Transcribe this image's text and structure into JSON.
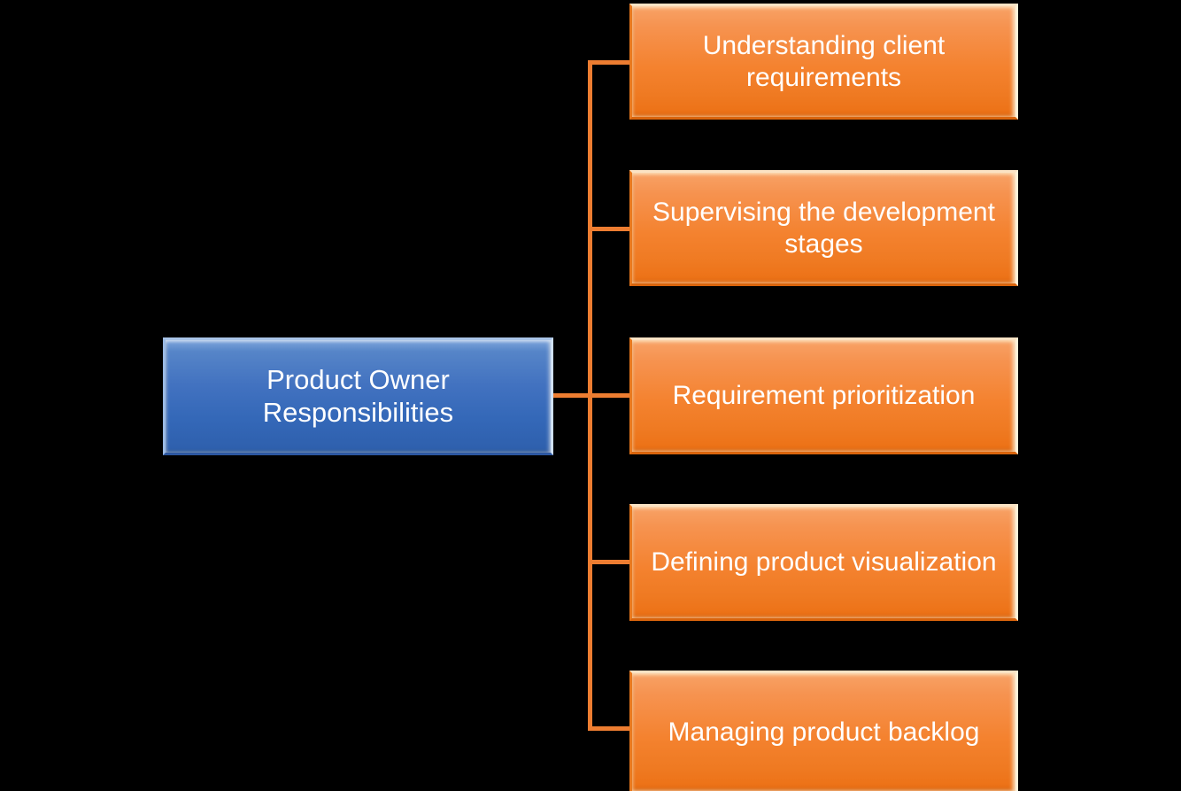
{
  "diagram": {
    "type": "hub-and-spoke-tree",
    "background_color": "#000000",
    "connector_color": "#ED7D31",
    "root": {
      "label": "Product Owner Responsibilities",
      "line_1": "Product Owner",
      "line_2": "Responsibilities",
      "fill_color": "#3F72BE",
      "text_color": "#FFFFFF"
    },
    "branch_fill_color": "#F4822F",
    "branch_text_color": "#FFFFFF",
    "branches": [
      {
        "label": "Understanding client requirements"
      },
      {
        "label": "Supervising the development stages"
      },
      {
        "label": "Requirement prioritization"
      },
      {
        "label": "Defining product visualization"
      },
      {
        "label": "Managing product backlog"
      }
    ]
  }
}
